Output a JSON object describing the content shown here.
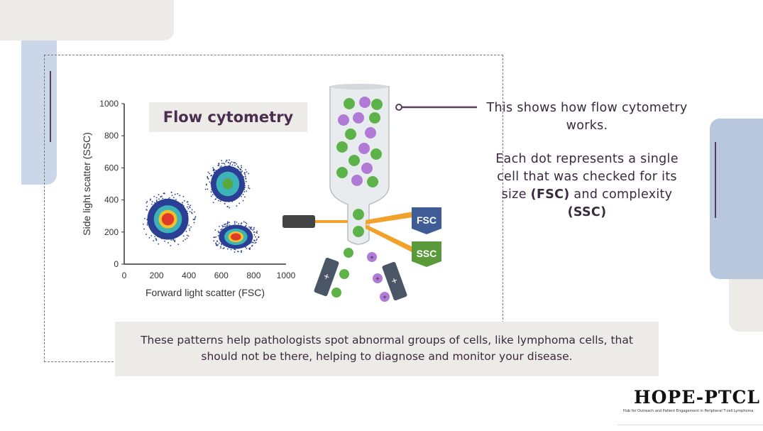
{
  "slide": {
    "right_text": {
      "line1": "This shows how flow cytometry works.",
      "line2_pre": "Each dot represents a single cell that was checked for its size ",
      "fsc": "(FSC)",
      "mid": " and complexity ",
      "ssc": "(SSC)"
    },
    "caption": "These patterns help pathologists spot abnormal groups of cells, like lymphoma cells, that should not be there, helping to diagnose and monitor your disease.",
    "logo": {
      "main": "HOPE-PTCL",
      "sub": "Hub for Outreach and Patient Engagement in Peripheral T-cell Lymphoma"
    },
    "illustration": {
      "detector_fsc": "FSC",
      "detector_ssc": "SSC"
    },
    "colors": {
      "accent_purple": "#5a3d5c",
      "blue_panel": "#c9d7e8",
      "gray_panel": "#edebe8"
    }
  },
  "chart_data": {
    "type": "scatter",
    "title": "Flow cytometry",
    "xlabel": "Forward light scatter (FSC)",
    "ylabel": "Side light scatter (SSC)",
    "xlim": [
      0,
      1000
    ],
    "ylim": [
      0,
      1000
    ],
    "xticks": [
      "0",
      "200",
      "400",
      "600",
      "800",
      "1000"
    ],
    "yticks": [
      "0",
      "200",
      "400",
      "600",
      "800",
      "1000"
    ],
    "grid": false,
    "clusters": [
      {
        "center": [
          270,
          280
        ],
        "spread": [
          170,
          170
        ],
        "peak_color": "#e23a2a"
      },
      {
        "center": [
          640,
          500
        ],
        "spread": [
          140,
          150
        ],
        "peak_color": "#5aa83c"
      },
      {
        "center": [
          690,
          170
        ],
        "spread": [
          140,
          100
        ],
        "peak_color": "#e23a2a"
      }
    ]
  }
}
